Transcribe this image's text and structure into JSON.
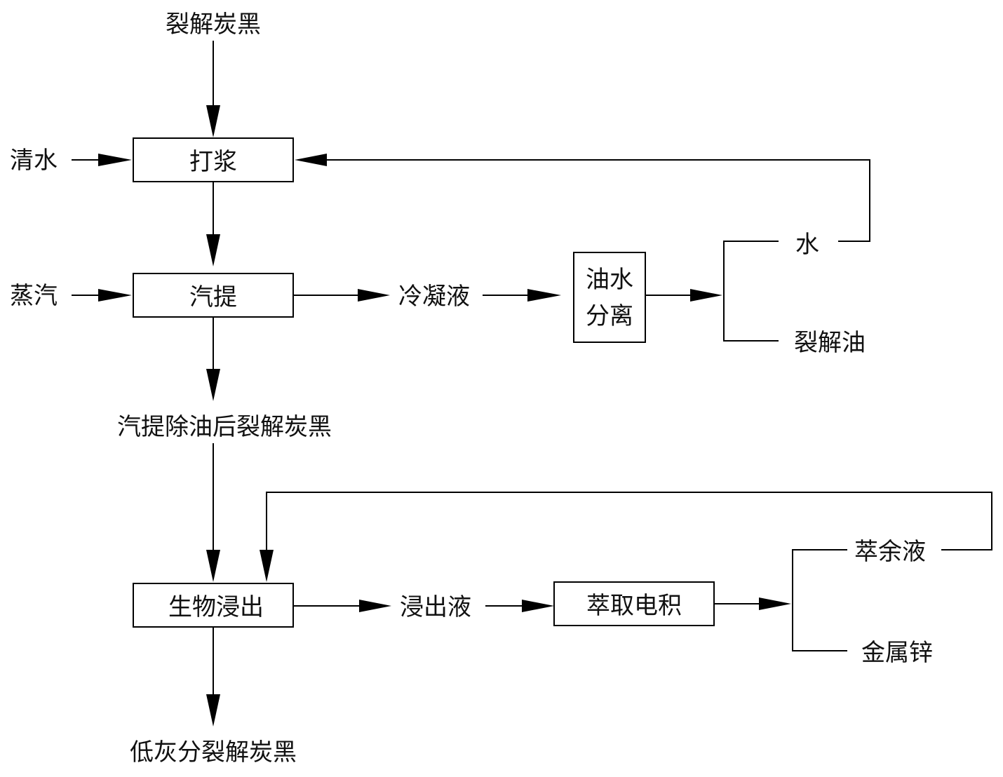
{
  "nodes": {
    "input_carbon_black": "裂解炭黑",
    "clear_water": "清水",
    "steam": "蒸汽",
    "pulping": "打浆",
    "steam_stripping": "汽提",
    "condensate": "冷凝液",
    "oil_water_sep_line1": "油水",
    "oil_water_sep_line2": "分离",
    "water": "水",
    "pyrolysis_oil": "裂解油",
    "deoiled_carbon_black": "汽提除油后裂解炭黑",
    "bioleaching": "生物浸出",
    "leachate": "浸出液",
    "extraction_electrowinning": "萃取电积",
    "raffinate": "萃余液",
    "metallic_zinc": "金属锌",
    "low_ash_carbon_black": "低灰分裂解炭黑"
  }
}
